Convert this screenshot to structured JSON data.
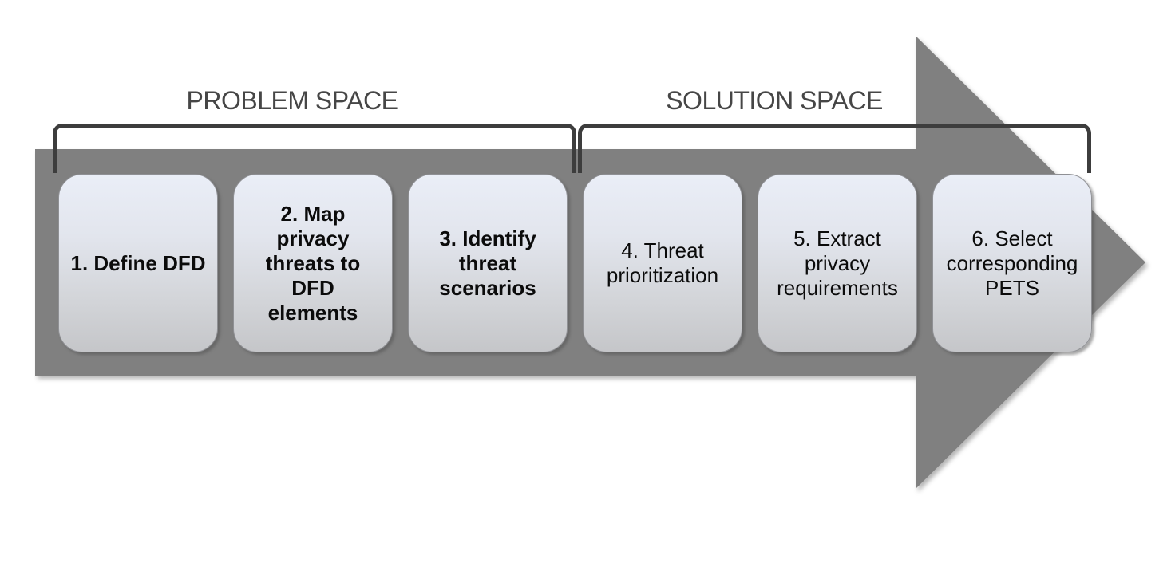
{
  "labels": {
    "problem_space": "PROBLEM SPACE",
    "solution_space": "SOLUTION SPACE"
  },
  "steps": [
    {
      "id": 1,
      "space": "problem",
      "label": "1. Define DFD"
    },
    {
      "id": 2,
      "space": "problem",
      "label": "2. Map\nprivacy\nthreats to\nDFD\nelements"
    },
    {
      "id": 3,
      "space": "problem",
      "label": "3. Identify\nthreat\nscenarios"
    },
    {
      "id": 4,
      "space": "solution",
      "label": "4. Threat\nprioritization"
    },
    {
      "id": 5,
      "space": "solution",
      "label": "5. Extract\nprivacy\nrequirements"
    },
    {
      "id": 6,
      "space": "solution",
      "label": "6. Select\ncorresponding\nPETS"
    }
  ],
  "colors": {
    "arrow": "#808080",
    "bracket": "#3d3d3d",
    "space_label_text": "#464646",
    "box_gradient_top": "#eaeef7",
    "box_gradient_bottom": "#c5c6c9",
    "box_border": "#8f9094",
    "box_text": "#0b0b0b",
    "background": "#ffffff"
  }
}
